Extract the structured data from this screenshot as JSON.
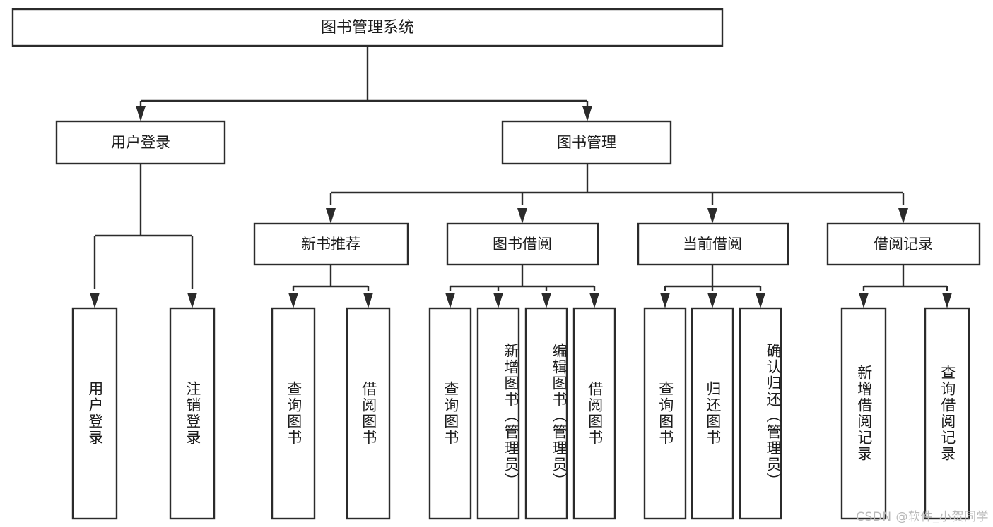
{
  "diagram": {
    "type": "org-chart-tree",
    "title": "图书管理系统",
    "colors": {
      "stroke": "#2b2b2b",
      "box_fill": "#ffffff",
      "text": "#1c1c1c",
      "background": "#ffffff",
      "watermark": "#b9b9b9"
    },
    "root": {
      "label": "图书管理系统"
    },
    "level2": [
      {
        "label": "用户登录"
      },
      {
        "label": "图书管理"
      }
    ],
    "level3": [
      {
        "label": "新书推荐"
      },
      {
        "label": "图书借阅"
      },
      {
        "label": "当前借阅"
      },
      {
        "label": "借阅记录"
      }
    ],
    "leaves": {
      "user_login": [
        {
          "label": "用户登录"
        },
        {
          "label": "注销登录"
        }
      ],
      "new_book_recommend": [
        {
          "label": "查询图书"
        },
        {
          "label": "借阅图书"
        }
      ],
      "book_borrow": [
        {
          "label": "查询图书"
        },
        {
          "label": "新增图书（管理员）"
        },
        {
          "label": "编辑图书（管理员）"
        },
        {
          "label": "借阅图书"
        }
      ],
      "current_borrow": [
        {
          "label": "查询图书"
        },
        {
          "label": "归还图书"
        },
        {
          "label": "确认归还（管理员）"
        }
      ],
      "borrow_records": [
        {
          "label": "新增借阅记录"
        },
        {
          "label": "查询借阅记录"
        }
      ]
    },
    "watermark": "CSDN @软件_小贺同学"
  }
}
